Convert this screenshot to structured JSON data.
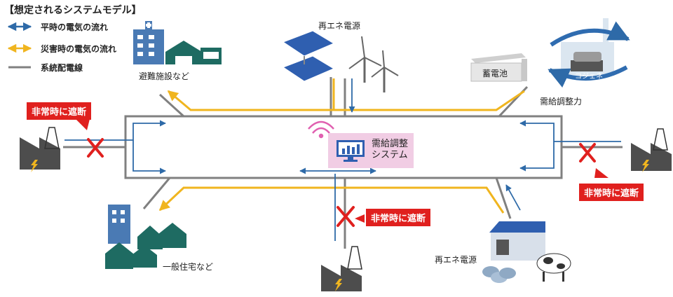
{
  "title": "【想定されるシステムモデル】",
  "legend": {
    "normal_flow": "平時の電気の流れ",
    "disaster_flow": "災害時の電気の流れ",
    "grid_line": "系統配電線"
  },
  "labels": {
    "evacuation": "避難施設など",
    "renewable_top": "再エネ電源",
    "battery": "蓄電池",
    "cogen": "コジェネ",
    "supply_adjust": "需給調整力",
    "housing": "一般住宅など",
    "renewable_bottom": "再エネ電源"
  },
  "system": {
    "line1": "需給調整",
    "line2": "システム"
  },
  "cutoff_label": "非常時に遮断",
  "colors": {
    "normal": "#2e6aa8",
    "disaster": "#f0b51f",
    "grid": "#808080",
    "cutoff": "#e0201e",
    "system_box": "#f1cde4"
  }
}
